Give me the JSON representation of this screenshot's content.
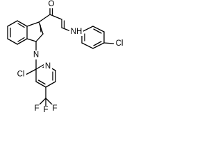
{
  "molecule": {
    "atoms": {
      "oxygen": "O",
      "amide_nh": "NH",
      "chlorine_phenyl": "Cl",
      "indole_n": "N",
      "chlorine_pyridine": "Cl",
      "pyridine_n": "N",
      "trifluoro_f1": "F",
      "trifluoro_f2": "F",
      "trifluoro_f3": "F"
    }
  },
  "colors": {
    "bond": "#000000",
    "background": "#ffffff"
  }
}
